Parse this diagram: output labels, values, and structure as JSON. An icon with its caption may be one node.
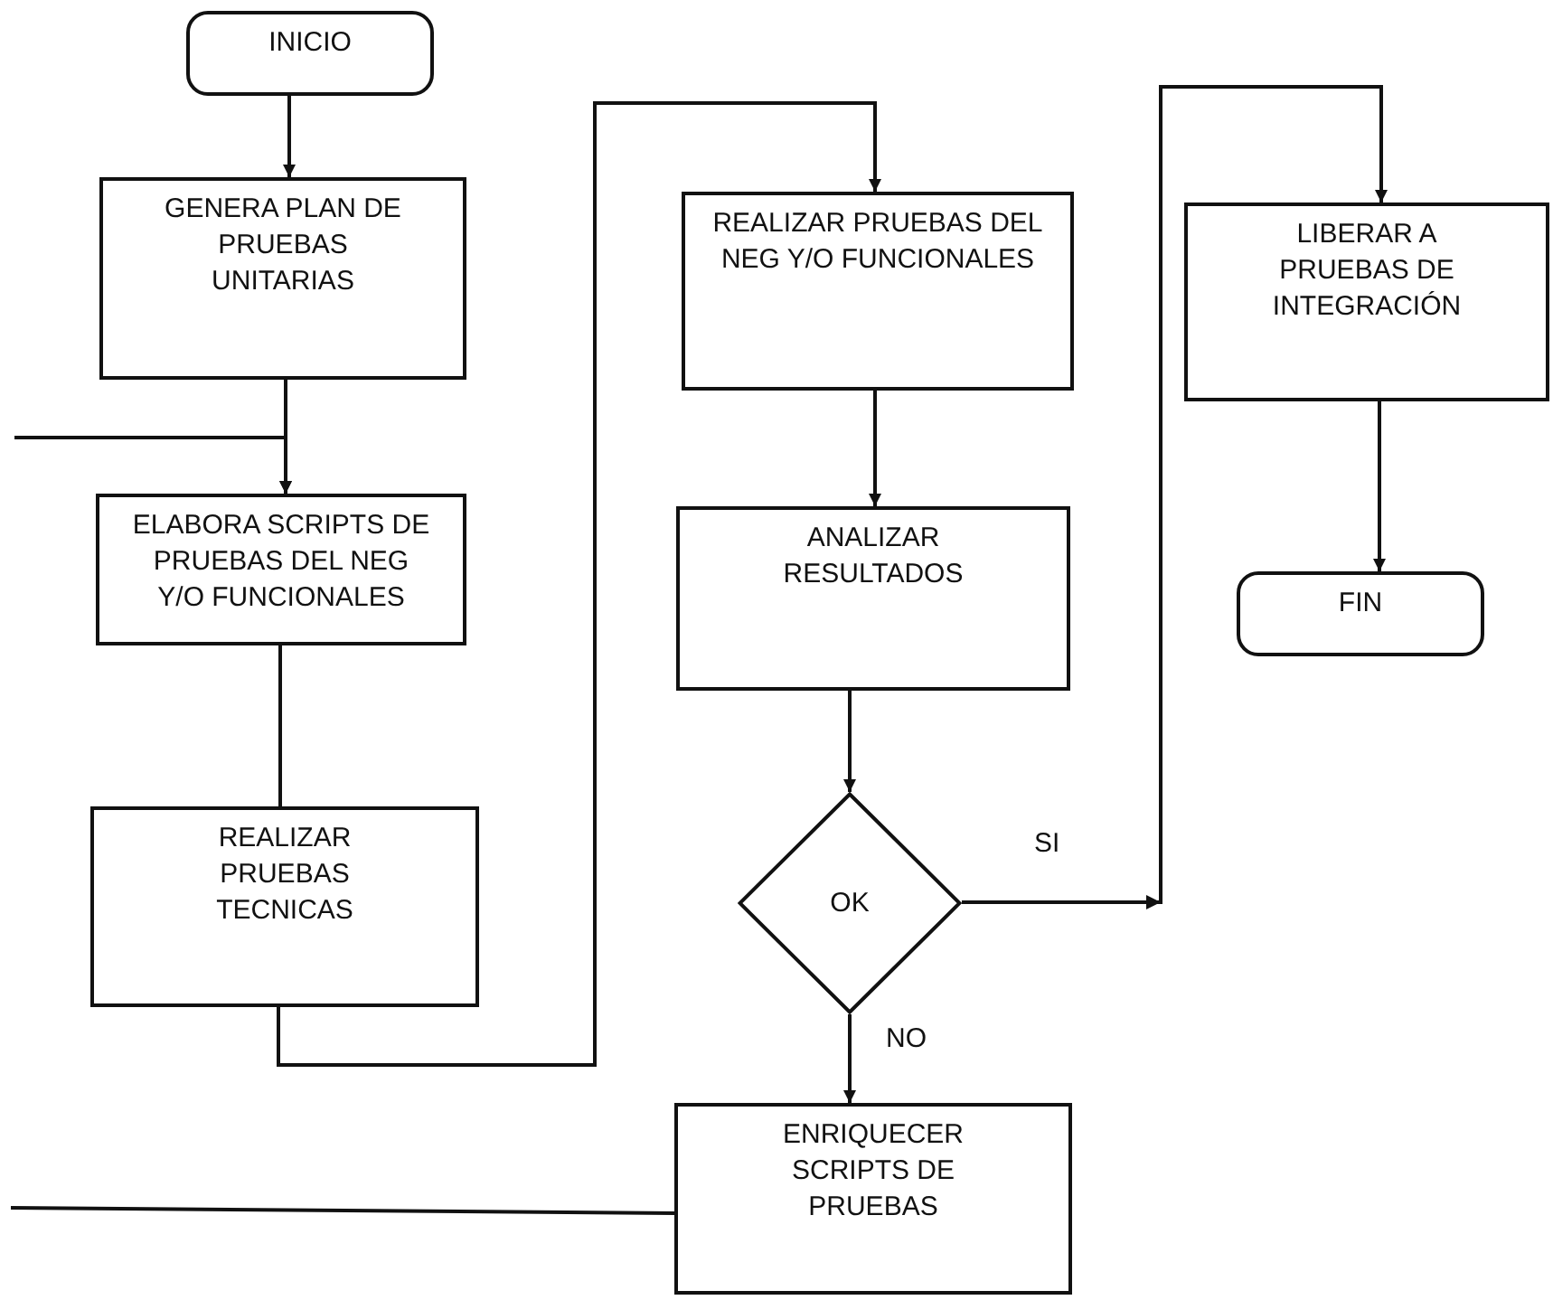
{
  "diagram": {
    "nodes": [
      {
        "text": [
          "INICIO"
        ]
      },
      {
        "text": [
          "GENERA PLAN DE PRUEBAS UNITARIAS"
        ]
      },
      {
        "text": [
          "ELABORA SCRIPTS DE PRUEBAS DEL NEG Y/O FUNCIONALES"
        ]
      },
      {
        "text": [
          "REALIZAR PRUEBAS TECNICAS"
        ]
      },
      {
        "text": [
          "REALIZAR PRUEBAS DEL NEG Y/O FUNCIONALES"
        ]
      },
      {
        "text": [
          "ANALIZAR RESULTADOS"
        ]
      },
      {
        "text": [
          "OK"
        ]
      },
      {
        "text": [
          "LIBERAR A PRUEBAS DE INTEGRACIÓN"
        ]
      },
      {
        "text": [
          "FIN"
        ]
      },
      {
        "text": [
          "ENRIQUECER SCRIPTS DE PRUEBAS"
        ]
      }
    ],
    "edges": [
      {
        "from": 0,
        "to": 1,
        "arrow": "to"
      },
      {
        "from": 1,
        "to": 2,
        "arrow": "to"
      },
      {
        "from": null,
        "to": 2,
        "arrow": "to"
      },
      {
        "from": 2,
        "to": 3,
        "arrow": "none"
      },
      {
        "from": 3,
        "to": 4,
        "arrow": "to"
      },
      {
        "from": 4,
        "to": 5,
        "arrow": "to"
      },
      {
        "from": 5,
        "to": 6,
        "arrow": "to"
      },
      {
        "from": 6,
        "to": 7,
        "arrow": "to",
        "label": "SI"
      },
      {
        "from": 7,
        "to": 8,
        "arrow": "to"
      },
      {
        "from": 6,
        "to": 9,
        "arrow": "to",
        "label": "NO"
      },
      {
        "from": 9,
        "to": null,
        "arrow": "none"
      }
    ]
  }
}
